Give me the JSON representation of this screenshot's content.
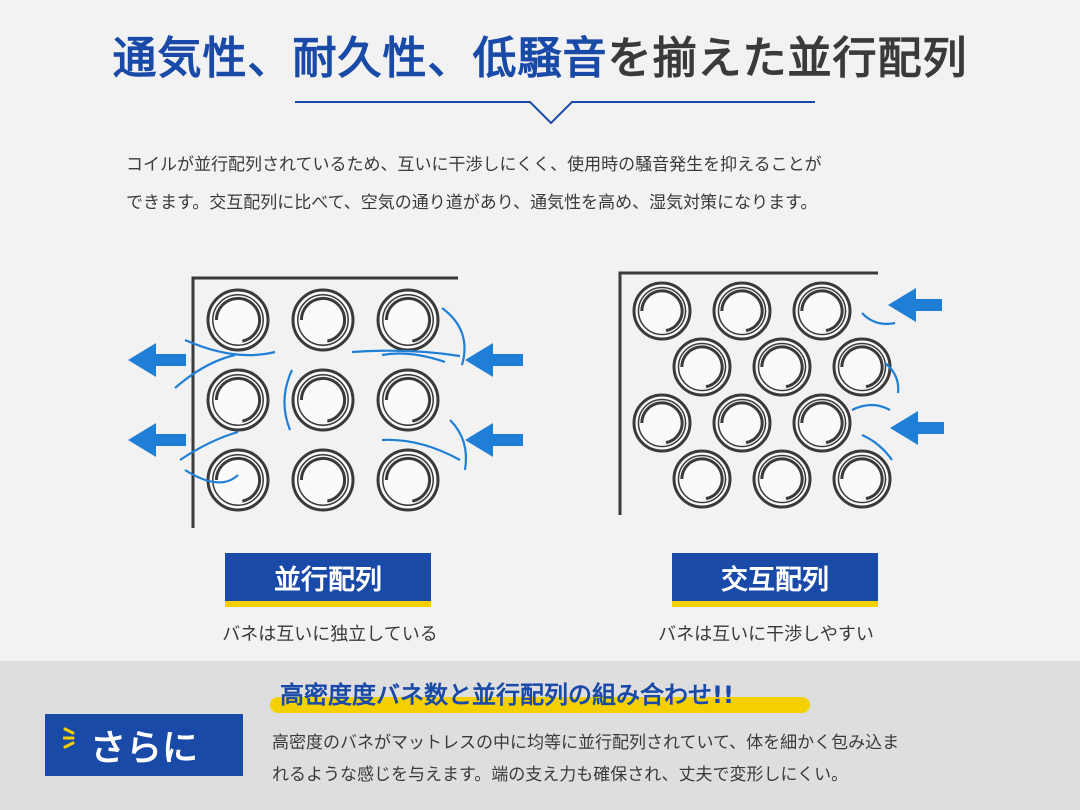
{
  "title": {
    "part_blue": "通気性、耐久性、低騒音",
    "part_dark": "を揃えた並行配列"
  },
  "intro": {
    "line1": "コイルが並行配列されているため、互いに干渉しにくく、使用時の騒音発生を抑えることが",
    "line2": "できます。交互配列に比べて、空気の通り道があり、通気性を高め、湿気対策になります。"
  },
  "left_diagram": {
    "label": "並行配列",
    "caption": "バネは互いに独立している",
    "arrows": [
      "left",
      "left",
      "left",
      "left"
    ]
  },
  "right_diagram": {
    "label": "交互配列",
    "caption": "バネは互いに干渉しやすい",
    "arrows": [
      "left",
      "left"
    ]
  },
  "bottom": {
    "badge": "さらに",
    "headline": "高密度度バネ数と並行配列の組み合わせ!!",
    "line1": "高密度のバネがマットレスの中に均等に並行配列されていて、体を細かく包み込ま",
    "line2": "れるような感じを与えます。端の支え力も確保され、丈夫で変形しにくい。"
  },
  "colors": {
    "brand_blue": "#1a4aa8",
    "arrow_blue": "#1f7fd6",
    "accent_yellow": "#f5d000"
  }
}
